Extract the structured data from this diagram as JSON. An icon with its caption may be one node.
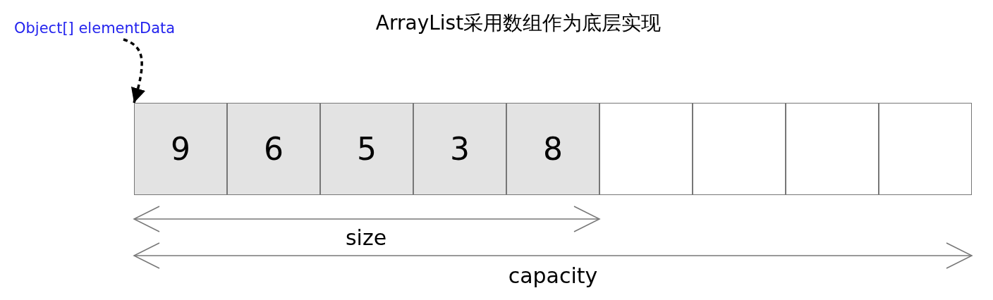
{
  "diagram": {
    "title": "ArrayList采用数组作为底层实现",
    "nodes": [
      {
        "text": [
          "Object[] elementData"
        ]
      },
      {
        "text": [
          "9"
        ]
      },
      {
        "text": [
          "6"
        ]
      },
      {
        "text": [
          "5"
        ]
      },
      {
        "text": [
          "3"
        ]
      },
      {
        "text": [
          "8"
        ]
      },
      {
        "text": [],
        "shape": "box"
      },
      {
        "text": [],
        "shape": "box"
      },
      {
        "text": [],
        "shape": "box"
      },
      {
        "text": [],
        "shape": "box"
      }
    ],
    "edges": [
      {
        "from": 0,
        "to": 1,
        "arrow": "to",
        "style": "dashed"
      }
    ],
    "labels": [
      "size",
      "capacity"
    ]
  }
}
